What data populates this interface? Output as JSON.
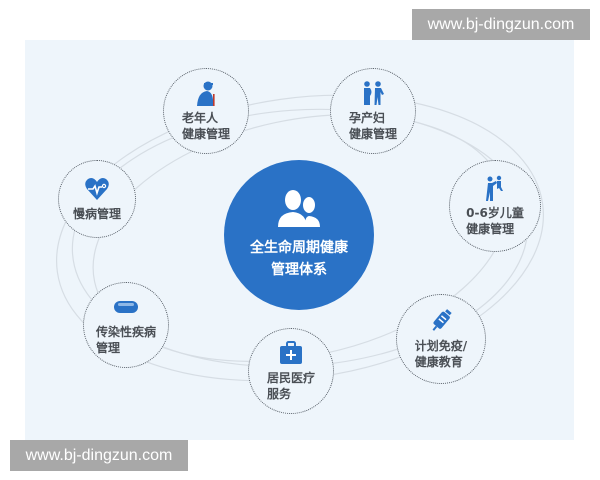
{
  "diagram": {
    "center": {
      "label": "全生命周期健康\n管理体系",
      "icon": "two-people-icon",
      "color": "#2a72c6"
    },
    "nodes": [
      {
        "id": "elderly",
        "label": "老年人\n健康管理",
        "icon": "elderly-person-icon"
      },
      {
        "id": "maternal",
        "label": "孕产妇\n健康管理",
        "icon": "pregnant-couple-icon"
      },
      {
        "id": "chronic",
        "label": "慢病管理",
        "icon": "heartbeat-icon"
      },
      {
        "id": "children",
        "label": "0-6岁儿童\n健康管理",
        "icon": "parent-child-icon"
      },
      {
        "id": "infectious",
        "label": "传染性疾病\n管理",
        "icon": "capsule-icon"
      },
      {
        "id": "medical",
        "label": "居民医疗\n服务",
        "icon": "medical-kit-icon"
      },
      {
        "id": "immunization",
        "label": "计划免疫/\n健康教育",
        "icon": "syringe-icon"
      }
    ],
    "accent_color": "#2a72c6",
    "background_color": "#eef5fb"
  },
  "watermarks": {
    "top": "www.bj-dingzun.com",
    "bottom": "www.bj-dingzun.com"
  }
}
